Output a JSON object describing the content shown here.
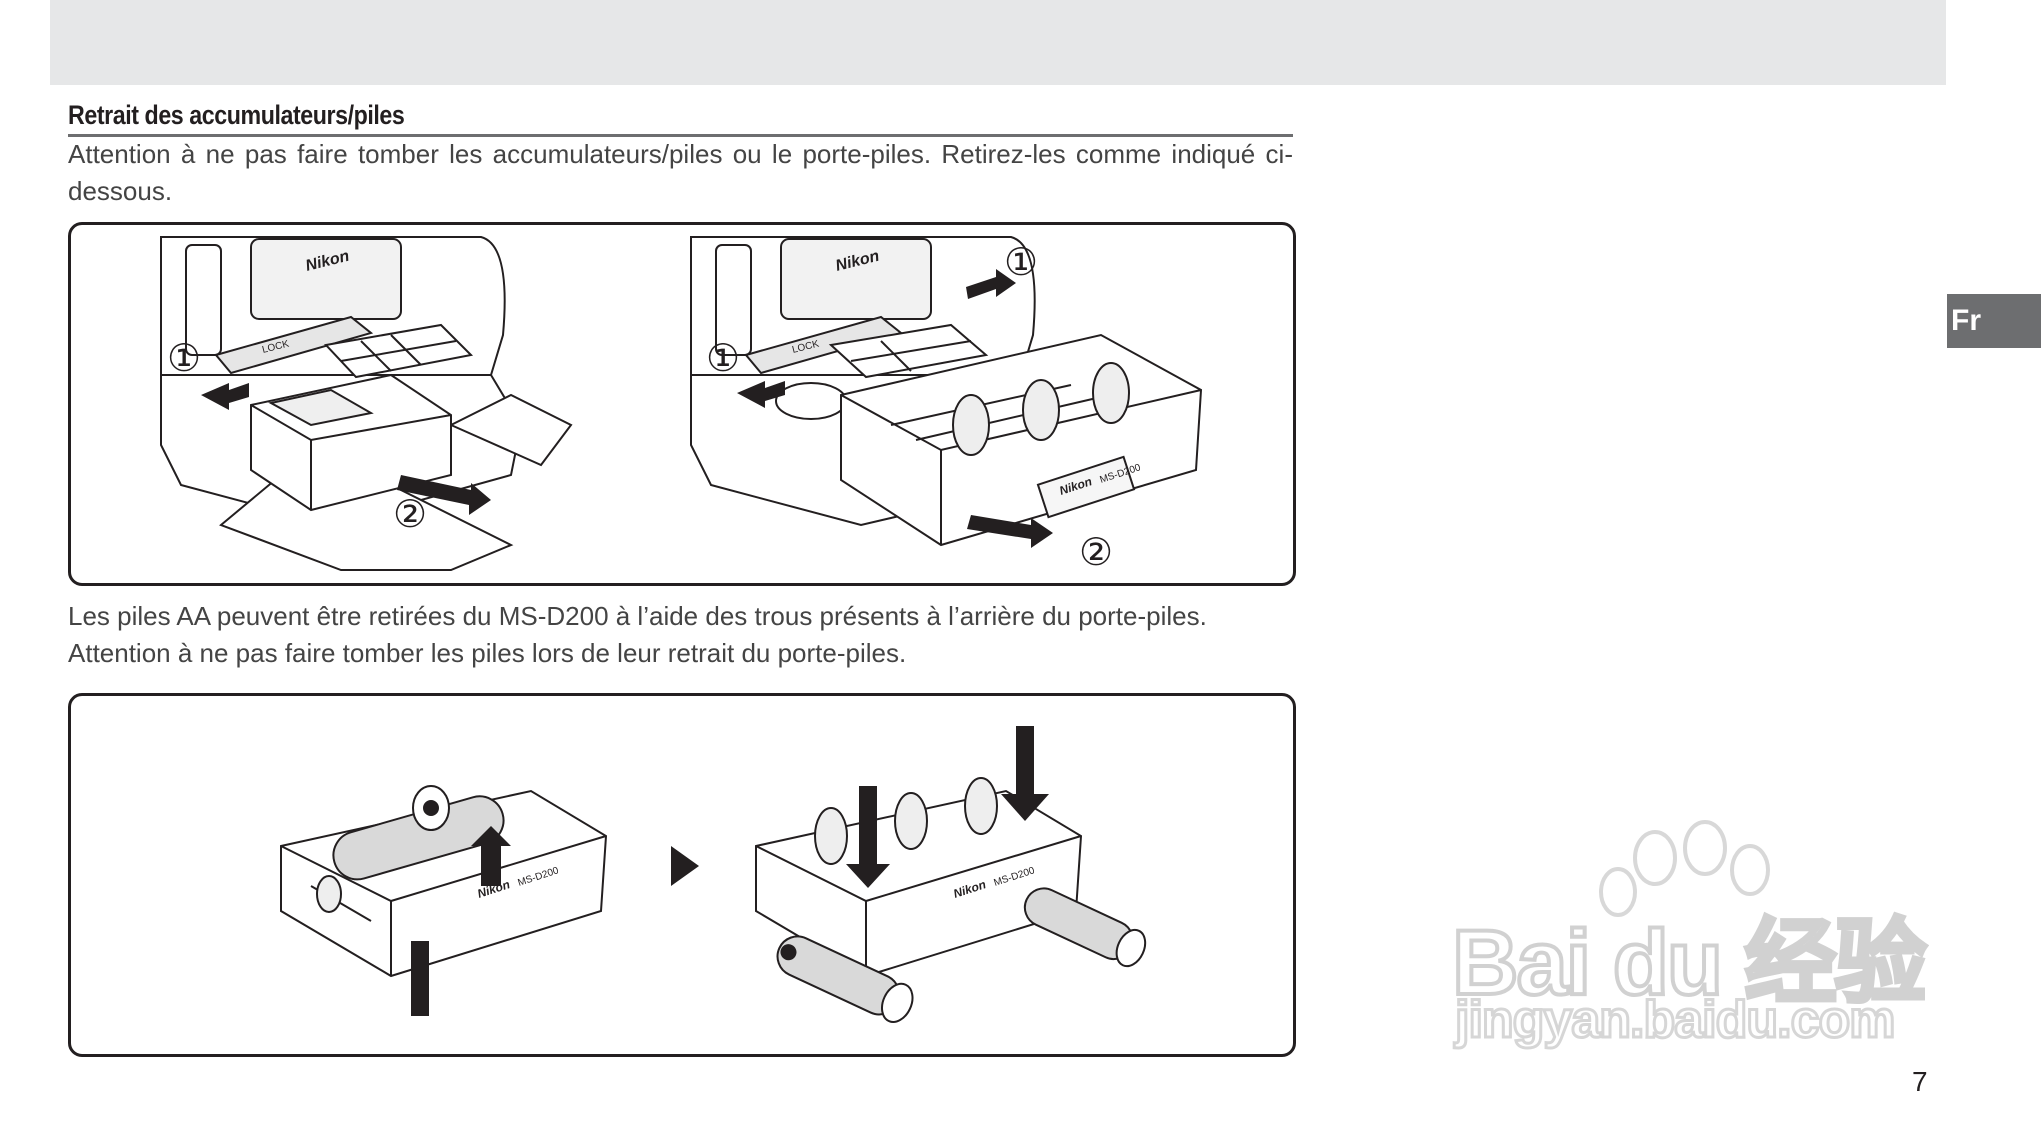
{
  "section": {
    "heading": "Retrait des accumulateurs/piles",
    "intro": "Attention à ne pas faire tomber les accumulateurs/piles ou le porte-piles. Retirez-les comme indiqué ci-dessous.",
    "aa_text": "Les piles AA peuvent être retirées du MS-D200 à l’aide des trous présents à l’arrière du porte-piles. Attention à ne pas faire tomber les piles lors de leur retrait du porte-piles."
  },
  "figure1": {
    "brand": "Nikon",
    "lock_label": "LOCK",
    "holder_label": "MS-D200",
    "steps": [
      "①",
      "②"
    ]
  },
  "figure2": {
    "brand": "Nikon",
    "holder_label": "MS-D200"
  },
  "language_tab": "Fr",
  "watermark": {
    "line1": "Bai du 经验",
    "line2": "jingyan.baidu.com"
  },
  "page_number": "7"
}
